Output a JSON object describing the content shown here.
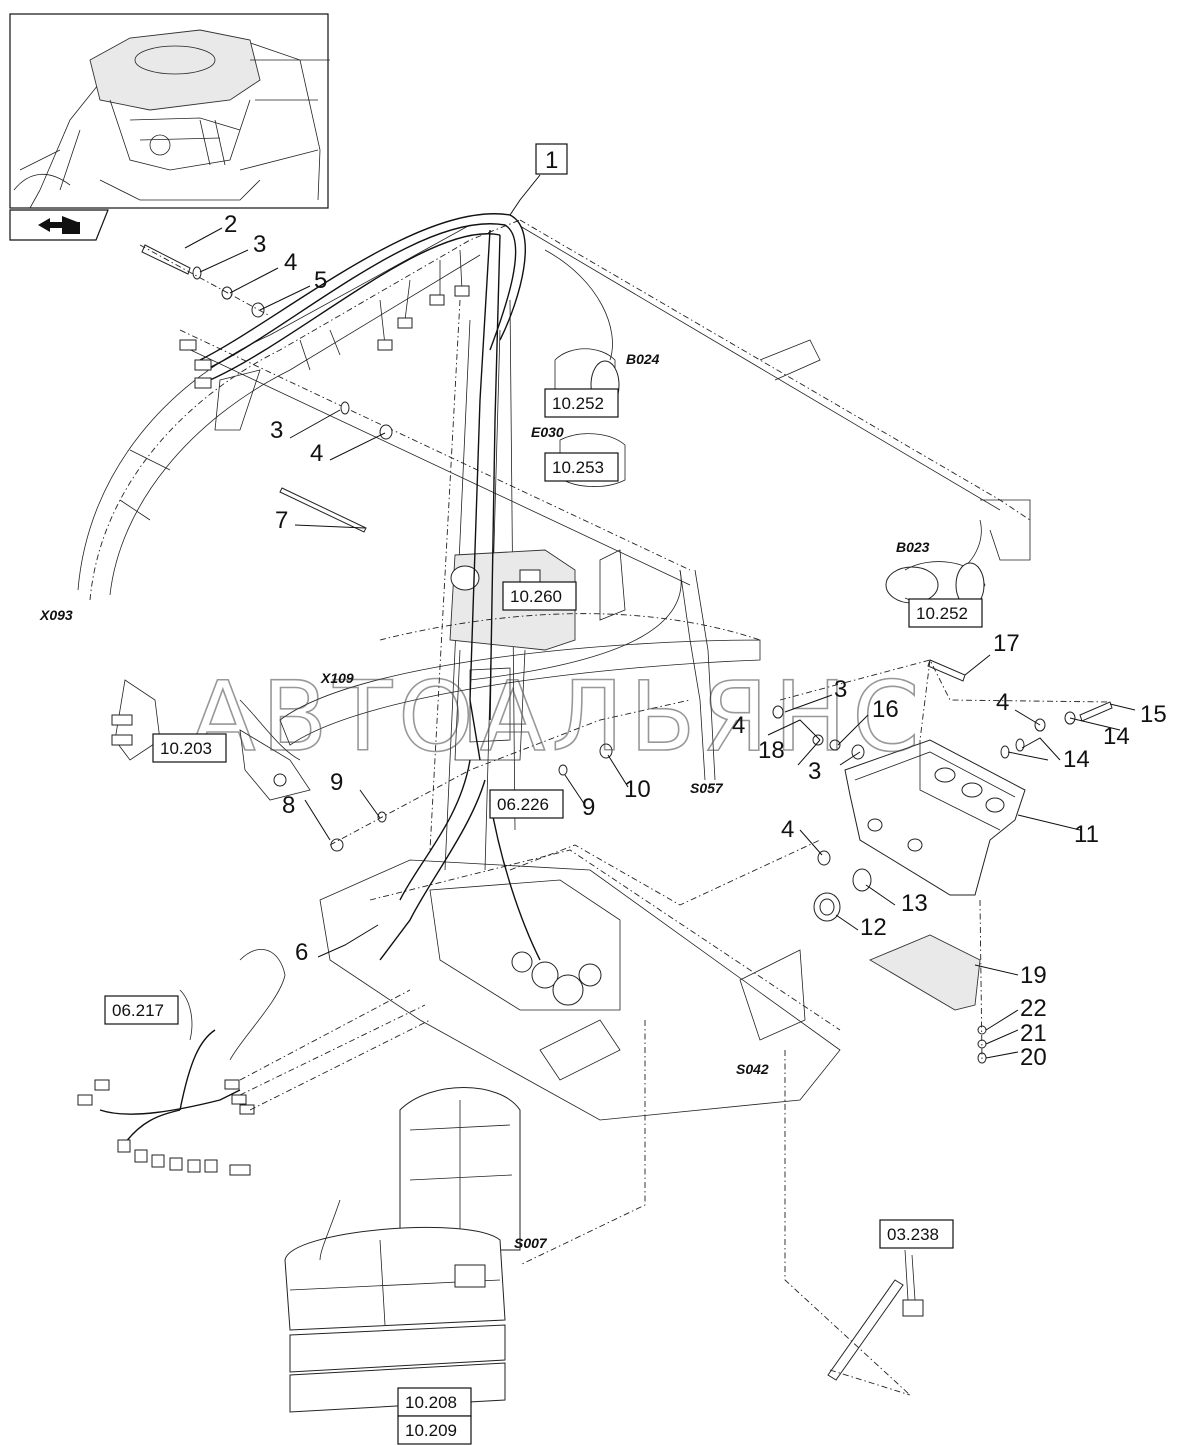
{
  "watermark": "АВТОАЛЬЯНС",
  "callouts": {
    "c1": "1",
    "c2": "2",
    "c3a": "3",
    "c4a": "4",
    "c5": "5",
    "c3b": "3",
    "c4b": "4",
    "c7": "7",
    "c6": "6",
    "c8": "8",
    "c9a": "9",
    "c9b": "9",
    "c10": "10",
    "c3c": "3",
    "c4c": "4",
    "c18": "18",
    "c16": "16",
    "c3d": "3",
    "c17": "17",
    "c4d": "4",
    "c15": "15",
    "c14a": "14",
    "c14b": "14",
    "c11": "11",
    "c4e": "4",
    "c13": "13",
    "c12": "12",
    "c19": "19",
    "c22": "22",
    "c21": "21",
    "c20": "20"
  },
  "references": {
    "r10252a": "10.252",
    "r10253": "10.253",
    "r10260": "10.260",
    "r10252b": "10.252",
    "r10203": "10.203",
    "r06226": "06.226",
    "r06217": "06.217",
    "r03238": "03.238",
    "r10208": "10.208",
    "r10209": "10.209"
  },
  "connectors": {
    "b024": "B024",
    "e030": "E030",
    "b023": "B023",
    "x093": "X093",
    "x109": "X109",
    "s057": "S057",
    "s042": "S042",
    "s007": "S007"
  },
  "icons": {
    "nav": "arrow-to-block-icon"
  }
}
